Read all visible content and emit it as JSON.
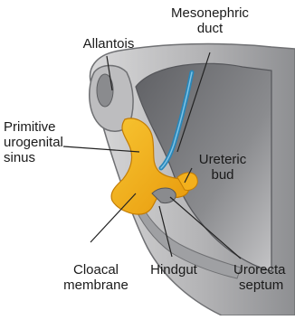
{
  "labels": {
    "allantois": "Allantois",
    "mesonephric_duct_1": "Mesonephric",
    "mesonephric_duct_2": "duct",
    "primitive_urogenital_sinus_1": "Primitive",
    "primitive_urogenital_sinus_2": "urogenital",
    "primitive_urogenital_sinus_3": "sinus",
    "ureteric_bud_1": "Ureteric",
    "ureteric_bud_2": "bud",
    "cloacal_membrane_1": "Cloacal",
    "cloacal_membrane_2": "membrane",
    "hindgut": "Hindgut",
    "urorectal_septum_1": "Urorecta",
    "urorectal_septum_2": "septum"
  },
  "colors": {
    "embryo_gray": "#a9a9ab",
    "embryo_shadow": "#6f7073",
    "sinus_yellow": "#f4b41a",
    "duct_blue": "#2a86b8",
    "leader_lines": "#222222"
  }
}
